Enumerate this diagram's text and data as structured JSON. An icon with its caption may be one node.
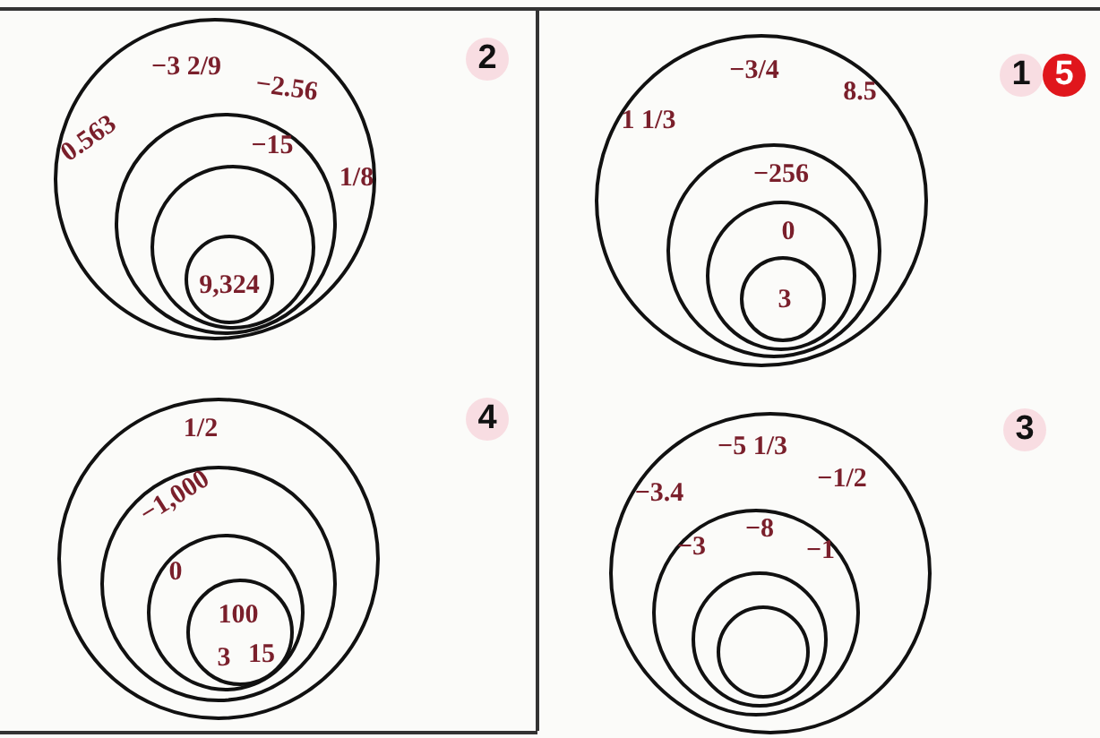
{
  "diagram": {
    "nodes": [
      {
        "text": [
          "0.563",
          "−3 2/9",
          "−2.56",
          "1/8"
        ]
      },
      {
        "text": [
          "−15"
        ],
        "in": 0
      },
      {
        "text": [],
        "shape": "circle",
        "in": 1
      },
      {
        "text": [
          "9,324"
        ],
        "in": 2
      },
      {
        "text": [
          "1 1/3",
          "−3/4",
          "8.5"
        ]
      },
      {
        "text": [
          "−256"
        ],
        "in": 4
      },
      {
        "text": [
          "0"
        ],
        "in": 5
      },
      {
        "text": [
          "3"
        ],
        "in": 6
      },
      {
        "text": [
          "1/2"
        ]
      },
      {
        "text": [
          "−1,000"
        ],
        "in": 8
      },
      {
        "text": [
          "0"
        ],
        "in": 9
      },
      {
        "text": [
          "100",
          "3",
          "15"
        ],
        "in": 10
      },
      {
        "text": [
          "−5 1/3",
          "−3.4",
          "−1/2"
        ]
      },
      {
        "text": [
          "−8",
          "−3",
          "−1"
        ],
        "in": 12
      },
      {
        "text": [],
        "shape": "circle",
        "in": 13
      },
      {
        "text": [],
        "shape": "circle",
        "in": 14
      }
    ],
    "labels": [
      "2",
      "1",
      "5",
      "4",
      "3"
    ]
  }
}
